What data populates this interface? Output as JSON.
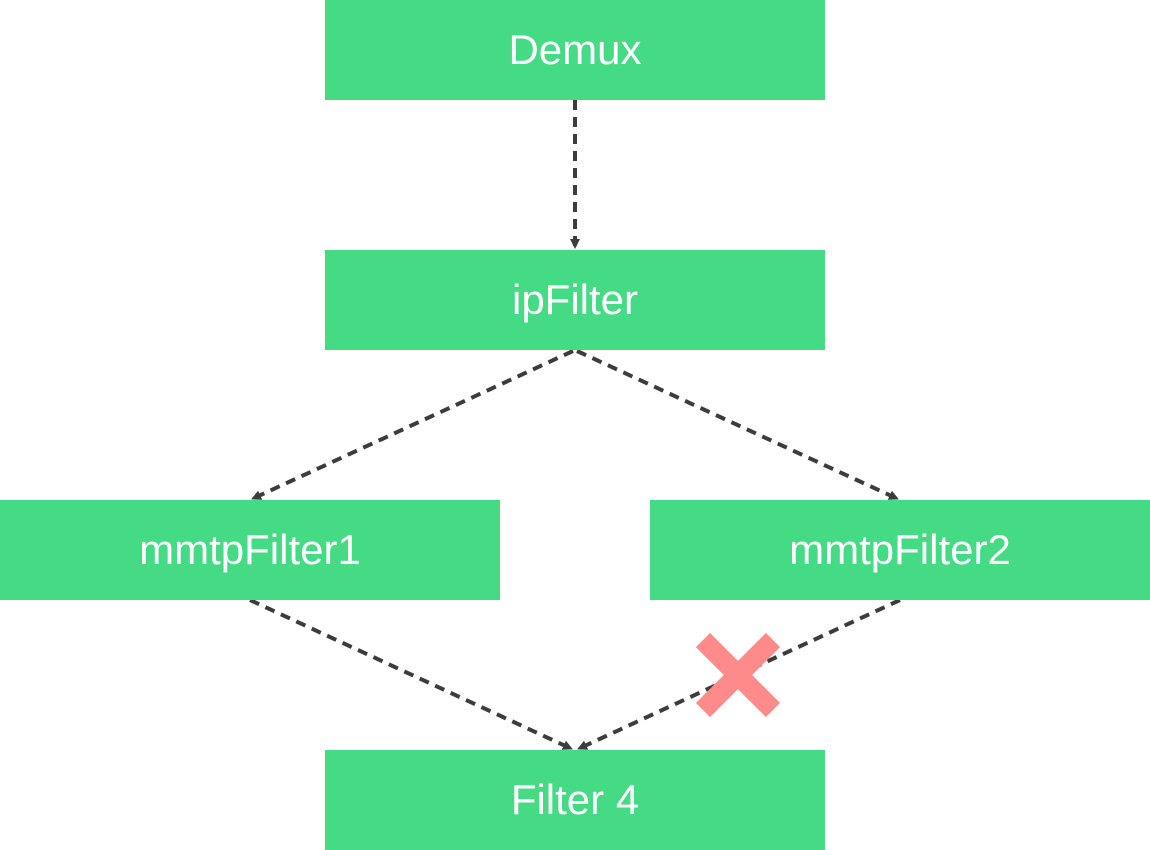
{
  "diagram": {
    "nodes": [
      {
        "id": "demux",
        "label": "Demux"
      },
      {
        "id": "ipfilter",
        "label": "ipFilter"
      },
      {
        "id": "mmtp1",
        "label": "mmtpFilter1"
      },
      {
        "id": "mmtp2",
        "label": "mmtpFilter2"
      },
      {
        "id": "filter4",
        "label": "Filter 4"
      }
    ],
    "edges": [
      {
        "from": "demux",
        "to": "ipfilter",
        "style": "dashed",
        "blocked": false
      },
      {
        "from": "ipfilter",
        "to": "mmtp1",
        "style": "dashed",
        "blocked": false
      },
      {
        "from": "ipfilter",
        "to": "mmtp2",
        "style": "dashed",
        "blocked": false
      },
      {
        "from": "mmtp1",
        "to": "filter4",
        "style": "dashed",
        "blocked": false
      },
      {
        "from": "mmtp2",
        "to": "filter4",
        "style": "dashed",
        "blocked": true
      }
    ],
    "colors": {
      "node_fill": "#44db84",
      "node_text": "#ffffff",
      "edge": "#3c3c3c",
      "blocked_mark": "#ff8a8a"
    }
  }
}
